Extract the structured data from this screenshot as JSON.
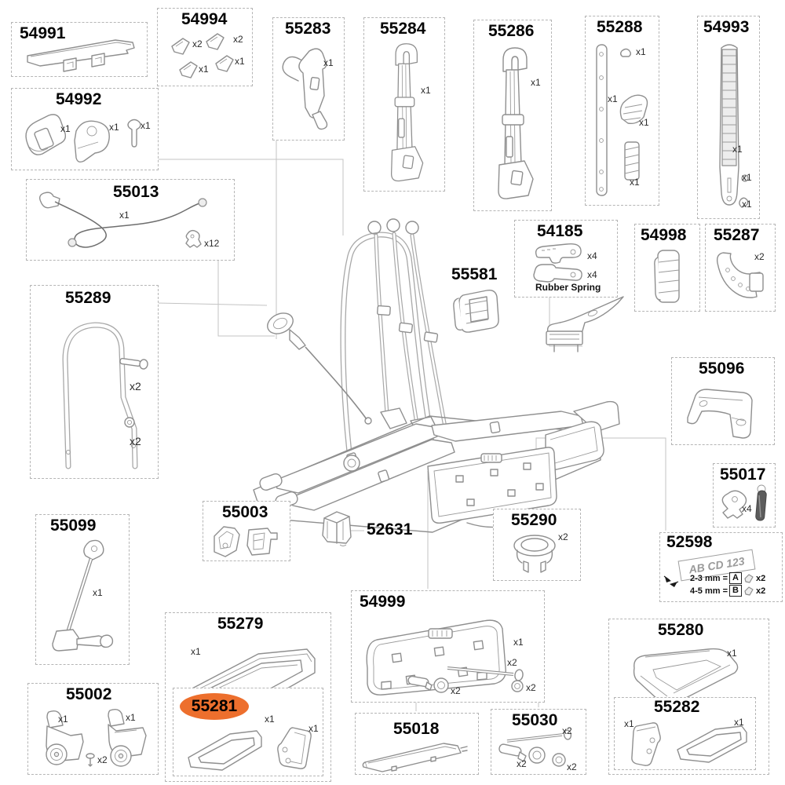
{
  "diagram_title": "bike-carrier-spare-parts-diagram",
  "highlight_color": "#ed6f2d",
  "highlighted_part": "55281",
  "parts": {
    "p54991": {
      "label": "54991"
    },
    "p54994": {
      "label": "54994",
      "qty": [
        "x2",
        "x2",
        "x1",
        "x1"
      ]
    },
    "p55283": {
      "label": "55283",
      "qty": [
        "x1"
      ]
    },
    "p55284": {
      "label": "55284",
      "qty": [
        "x1"
      ]
    },
    "p55286": {
      "label": "55286",
      "qty": [
        "x1"
      ]
    },
    "p55288": {
      "label": "55288",
      "qty": [
        "x1",
        "x1",
        "x1",
        "x1"
      ]
    },
    "p54993": {
      "label": "54993",
      "qty": [
        "x1",
        "x1",
        "x1"
      ]
    },
    "p54992": {
      "label": "54992",
      "qty": [
        "x1",
        "x1",
        "x1"
      ]
    },
    "p55013": {
      "label": "55013",
      "qty": [
        "x1",
        "x12"
      ]
    },
    "p55289": {
      "label": "55289",
      "qty": [
        "x2",
        "x2"
      ]
    },
    "p55581": {
      "label": "55581"
    },
    "p54185": {
      "label": "54185",
      "qty": [
        "x4",
        "x4"
      ],
      "caption": "Rubber Spring"
    },
    "p54998": {
      "label": "54998"
    },
    "p55287": {
      "label": "55287",
      "qty": [
        "x2"
      ]
    },
    "p55096": {
      "label": "55096"
    },
    "p55017": {
      "label": "55017",
      "qty": [
        "x4"
      ]
    },
    "p52598": {
      "label": "52598",
      "plate_text": "AB CD 123",
      "rows": [
        {
          "size": "2-3 mm =",
          "letter": "A",
          "qty": "x2"
        },
        {
          "size": "4-5 mm =",
          "letter": "B",
          "qty": "x2"
        }
      ]
    },
    "p55099": {
      "label": "55099",
      "qty": [
        "x1"
      ]
    },
    "p55003": {
      "label": "55003"
    },
    "p52631": {
      "label": "52631"
    },
    "p55290": {
      "label": "55290",
      "qty": [
        "x2"
      ]
    },
    "p55279": {
      "label": "55279",
      "qty": [
        "x1"
      ]
    },
    "p55281": {
      "label": "55281",
      "qty": [
        "x1",
        "x1"
      ]
    },
    "p54999": {
      "label": "54999",
      "qty": [
        "x1",
        "x2",
        "x2",
        "x2"
      ]
    },
    "p55018": {
      "label": "55018"
    },
    "p55030": {
      "label": "55030",
      "qty": [
        "x2",
        "x2",
        "x2"
      ]
    },
    "p55002": {
      "label": "55002",
      "qty": [
        "x1",
        "x1",
        "x2"
      ]
    },
    "p55280": {
      "label": "55280",
      "qty": [
        "x1"
      ]
    },
    "p55282": {
      "label": "55282",
      "qty": [
        "x1",
        "x1"
      ]
    }
  }
}
